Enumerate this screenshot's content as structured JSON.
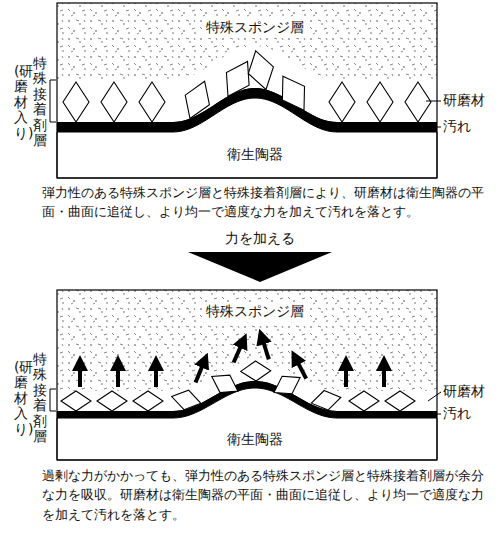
{
  "diagram": {
    "nodes": [
      {
        "text": [
          "特殊スポンジ層"
        ]
      },
      {
        "text": [
          "衛生陶器"
        ]
      },
      {
        "text": [
          "特殊スポンジ層"
        ]
      },
      {
        "text": [
          "衛生陶器"
        ]
      }
    ],
    "labels": [
      "特殊接着剤層",
      "(研磨材入り)",
      "研磨材",
      "汚れ",
      "弾力性のある特殊スポンジ層と特殊接着剤層により、研磨材は衛生陶器の平面・曲面に追従し、より均一で適度な力を加えて汚れを落とす。",
      "力を加える",
      "特殊接着剤層",
      "(研磨材入り)",
      "研磨材",
      "汚れ",
      "過剰な力がかかっても、弾力性のある特殊スポンジ層と特殊接着剤層が余分な力を吸収。研磨材は衛生陶器の平面・曲面に追従し、より均一で適度な力を加えて汚れを落とす。"
    ]
  }
}
